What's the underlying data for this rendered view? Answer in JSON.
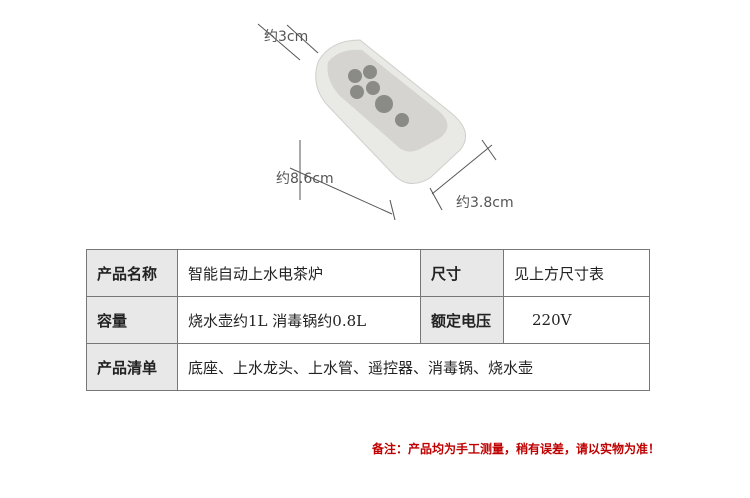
{
  "dimensions": {
    "width_label": "约3cm",
    "length_label": "约8.6cm",
    "thickness_label": "约3.8cm"
  },
  "spec_table": {
    "rows": [
      {
        "label": "产品名称",
        "value": "智能自动上水电茶炉",
        "label2": "尺寸",
        "value2": "见上方尺寸表"
      },
      {
        "label": "容量",
        "value": "烧水壶约1L 消毒锅约0.8L",
        "label2": "额定电压",
        "value2": "220V"
      },
      {
        "label": "产品清单",
        "value": "底座、上水龙头、上水管、遥控器、消毒锅、烧水壶"
      }
    ]
  },
  "note": "备注：产品均为手工测量，稍有误差，请以实物为准！",
  "colors": {
    "note_red": "#c00000",
    "header_gray": "#e8e8e8",
    "button_gray": "#8a8a86"
  }
}
